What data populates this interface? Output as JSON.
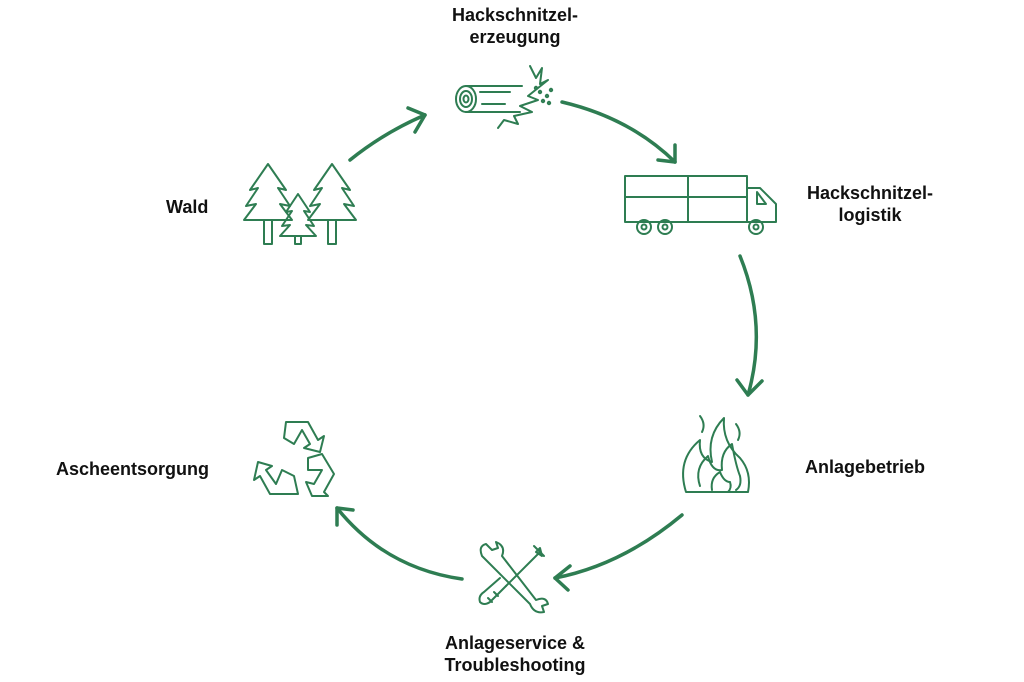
{
  "colors": {
    "accent": "#2e7d52",
    "text": "#111111",
    "background": "#ffffff"
  },
  "steps": [
    {
      "id": "hackschnitzelerzeugung",
      "icon": "log-chipping-icon",
      "lines": [
        "Hackschnitzel-",
        "erzeugung"
      ]
    },
    {
      "id": "hackschnitzellogistik",
      "icon": "truck-icon",
      "lines": [
        "Hackschnitzel-",
        "logistik"
      ]
    },
    {
      "id": "anlagebetrieb",
      "icon": "fire-icon",
      "lines": [
        "Anlagebetrieb"
      ]
    },
    {
      "id": "anlageservice",
      "icon": "tools-icon",
      "lines": [
        "Anlageservice &",
        "Troubleshooting"
      ]
    },
    {
      "id": "ascheentsorgung",
      "icon": "recycle-icon",
      "lines": [
        "Ascheentsorgung"
      ]
    },
    {
      "id": "wald",
      "icon": "forest-icon",
      "lines": [
        "Wald"
      ]
    }
  ]
}
